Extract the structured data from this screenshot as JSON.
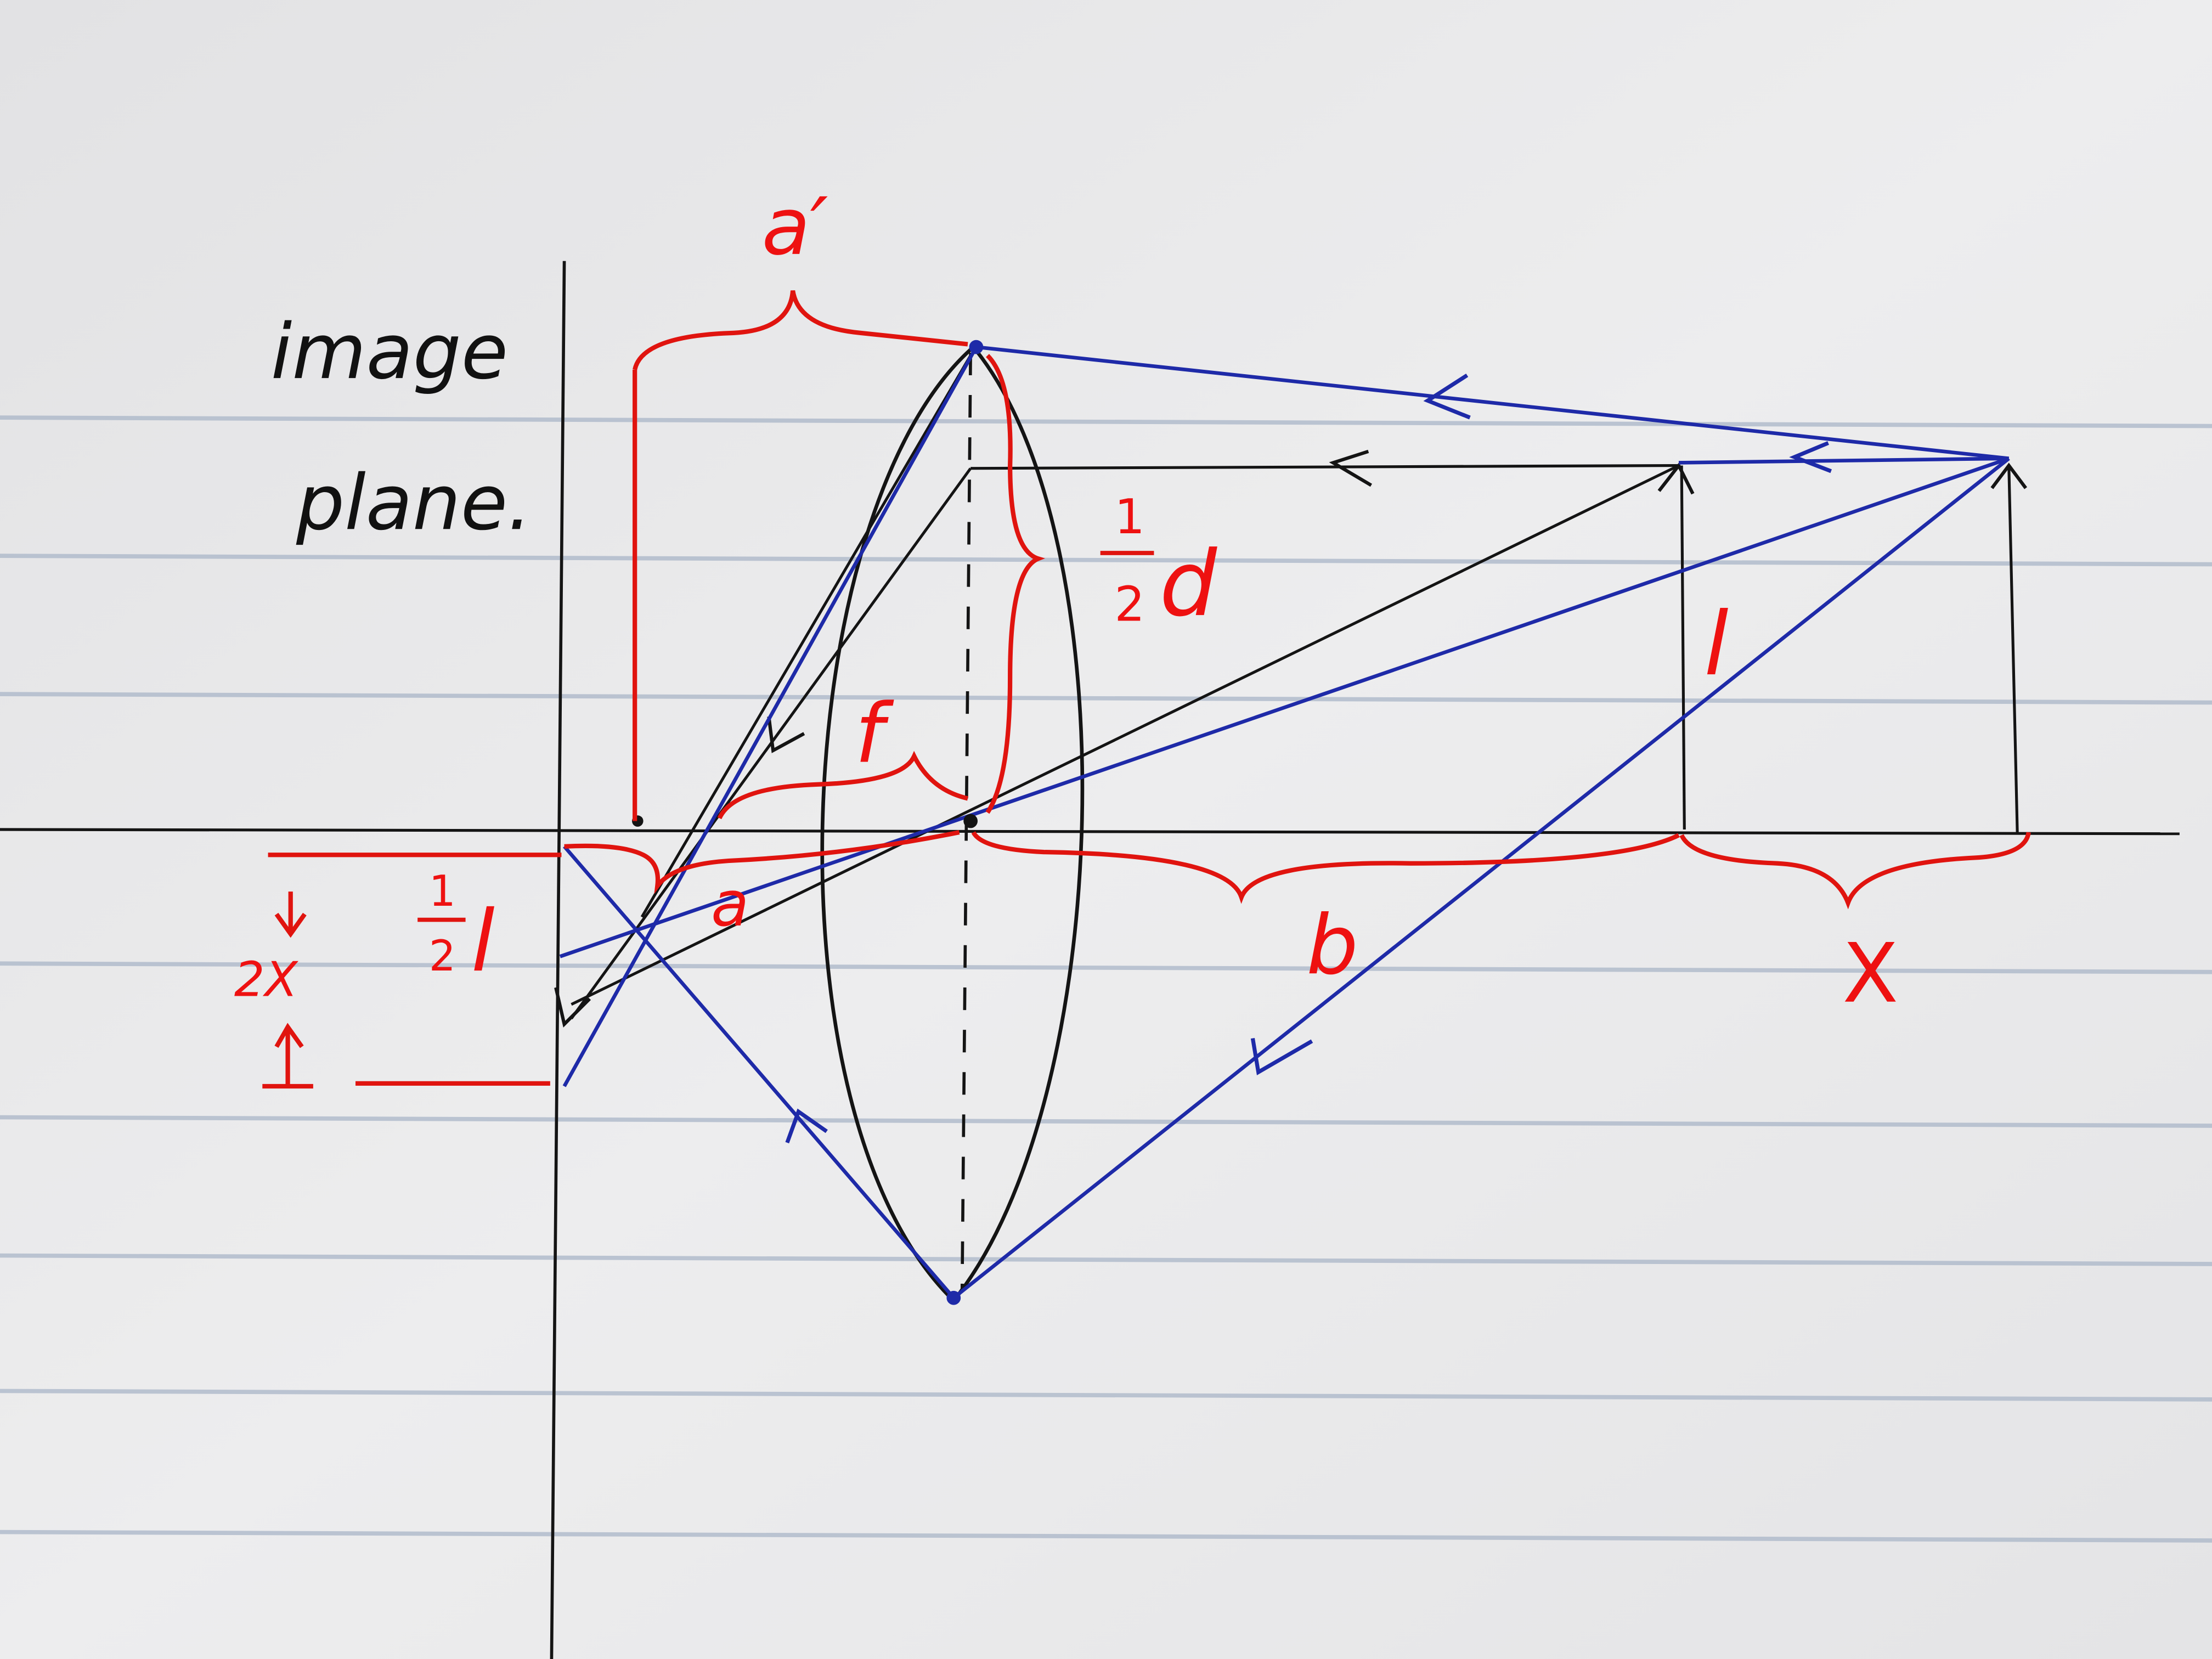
{
  "labels": {
    "image_plane_line1": "image",
    "image_plane_line2": "plane.",
    "a_prime": "a′",
    "half_d_num": "1",
    "half_d_den": "2",
    "half_d_var": "d",
    "f": "f",
    "l": "l",
    "a": "a",
    "b": "b",
    "x": "X",
    "half_l_num": "1",
    "half_l_den": "2",
    "half_l_var": "l",
    "two_x": "2X"
  },
  "colors": {
    "paper": "#e9e9ea",
    "ruling": "#aab6c8",
    "ink_black": "#141414",
    "ink_blue": "#1e2aa8",
    "ink_red": "#e0140f"
  }
}
